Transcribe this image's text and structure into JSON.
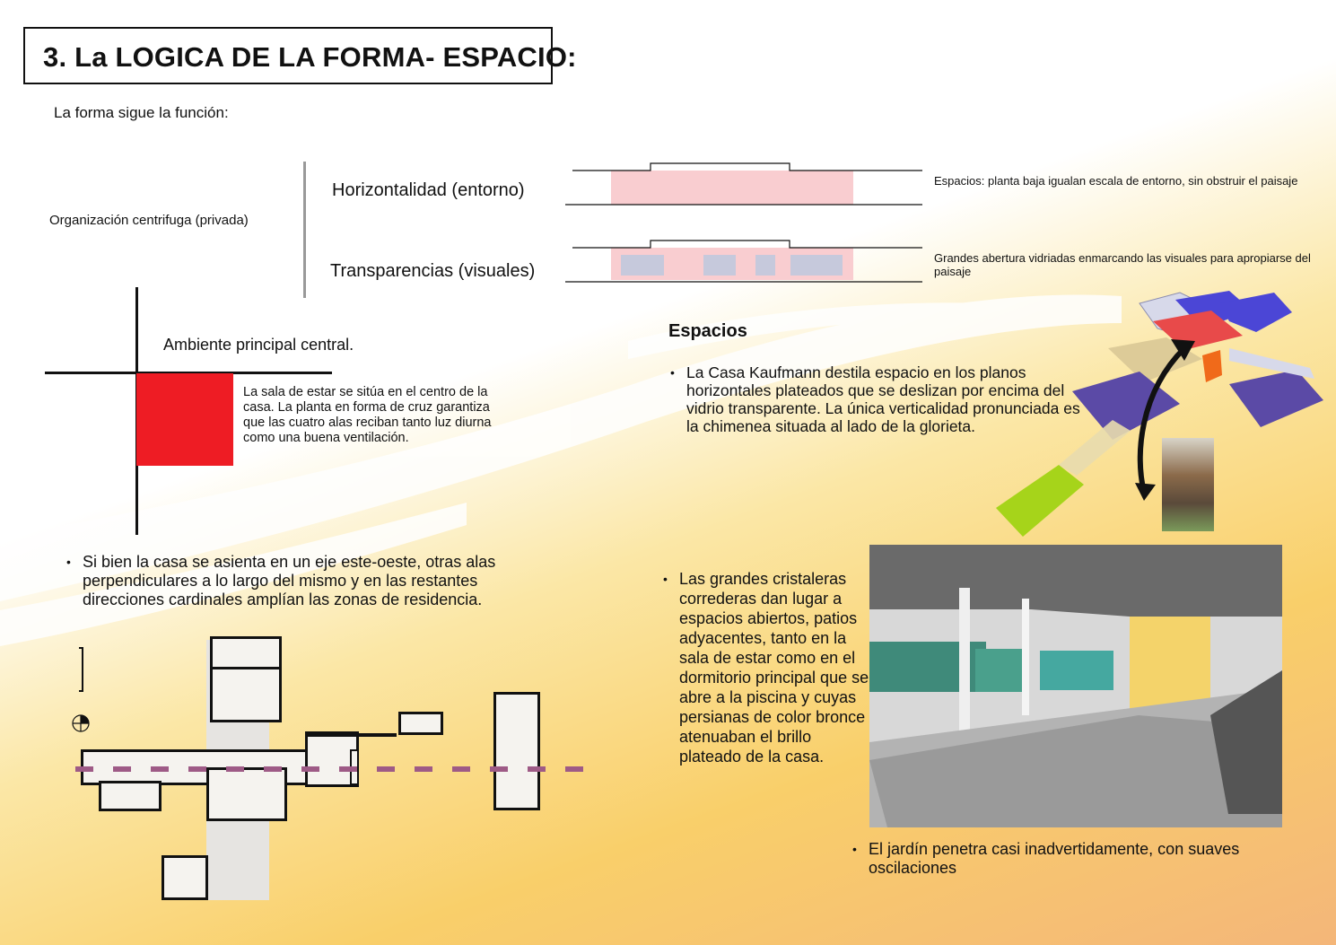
{
  "title": "3. La LOGICA DE LA FORMA- ESPACIO:",
  "intro": "La forma sigue la función:",
  "organization": {
    "label": "Organización centrifuga (privada)",
    "items": [
      {
        "label": "Horizontalidad (entorno)",
        "description": "Espacios: planta baja igualan escala de entorno, sin obstruir el paisaje"
      },
      {
        "label": "Transparencias (visuales)",
        "description": "Grandes abertura vidriadas enmarcando las visuales para apropiarse del paisaje"
      }
    ]
  },
  "central": {
    "label": "Ambiente principal central.",
    "description": "La sala de estar se sitúa en el centro de la casa. La planta en forma de cruz garantiza que las cuatro alas reciban tanto luz diurna como una buena ventilación.",
    "square_color": "#ee1c24"
  },
  "axis_bullet": "Si bien la casa se asienta en un eje este-oeste, otras alas perpendiculares a lo largo del mismo y en las restantes direcciones cardinales amplían las zonas de residencia.",
  "espacios": {
    "title": "Espacios",
    "bullet": "La Casa Kaufmann destila espacio en los planos horizontales plateados que se deslizan por encima del vidrio transparente. La única verticalidad pronunciada es la chimenea situada al lado de la glorieta."
  },
  "cristaleras_bullet": "Las grandes cristaleras correderas dan lugar a espacios abiertos, patios adyacentes, tanto en la sala de estar como en el dormitorio principal que se abre a la piscina y cuyas persianas de color bronce atenuaban el brillo plateado de la casa.",
  "jardin_bullet": "El jardín penetra casi inadvertidamente, con suaves oscilaciones",
  "colors": {
    "pink": "#f9cdd0",
    "glass": "#c6c9dc",
    "axis_dashed": "#9e5a86",
    "wing_blue": "#4b46d6",
    "wing_purple": "#5b4aa6",
    "wing_green": "#a6d41a",
    "center_red": "#e84a4a",
    "orange": "#f06a1a"
  },
  "icons": [
    "north-arrow-icon",
    "curved-double-arrow-icon"
  ]
}
